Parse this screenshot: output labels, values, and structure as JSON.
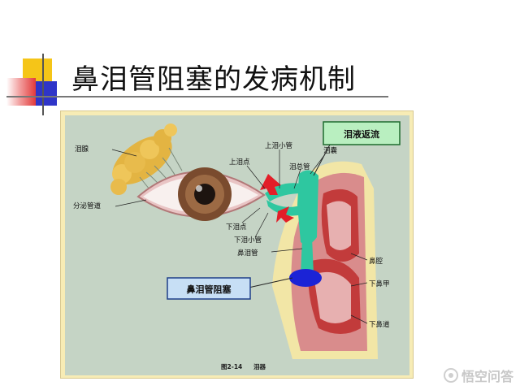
{
  "slide": {
    "title": "鼻泪管阻塞的发病机制",
    "colors": {
      "accent_yellow": "#f5c518",
      "accent_red": "#e23a3a",
      "accent_blue": "#2f35c8"
    }
  },
  "diagram": {
    "labels": {
      "lacrimal_gland": "泪腺",
      "secretory_duct": "分泌管道",
      "upper_punctum": "上泪点",
      "upper_canaliculus": "上泪小管",
      "common_canaliculus": "泪总管",
      "lacrimal_sac": "泪囊",
      "lower_punctum": "下泪点",
      "lower_canaliculus": "下泪小管",
      "nasolacrimal_duct": "鼻泪管",
      "nasal_cavity": "鼻腔",
      "inferior_turbinate": "下鼻甲",
      "inferior_meatus": "下鼻道"
    },
    "callouts": {
      "reflux": "泪液返流",
      "obstruction": "鼻泪管阻塞"
    },
    "caption": {
      "figure_number": "图2-14",
      "figure_title": "泪器"
    }
  },
  "watermark": {
    "text": "悟空问答"
  }
}
